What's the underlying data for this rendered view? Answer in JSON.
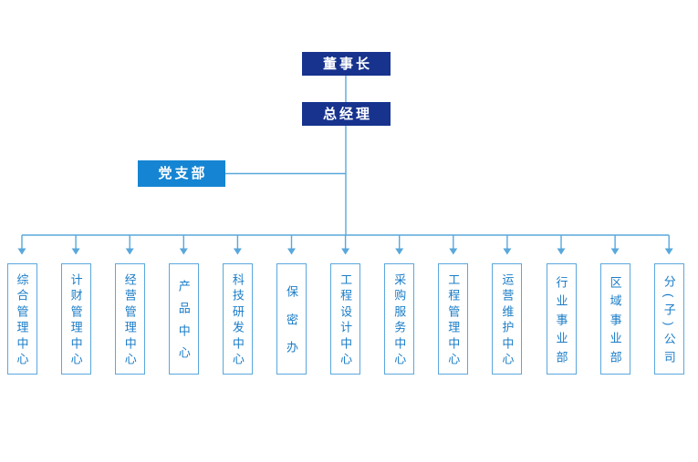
{
  "org_chart": {
    "chairman": {
      "label": "董事长"
    },
    "general_manager": {
      "label": "总经理"
    },
    "party_branch": {
      "label": "党支部"
    },
    "departments": [
      "综合管理中心",
      "计财管理中心",
      "经营管理中心",
      "产品中心",
      "科技研发中心",
      "保密办",
      "工程设计中心",
      "采购服务中心",
      "工程管理中心",
      "运营维护中心",
      "行业事业部",
      "区域事业部",
      "分(子)公司"
    ]
  },
  "colors": {
    "executive_box": "#17338e",
    "party_box": "#1585d3",
    "connector_line": "#58a8dc",
    "department_border": "#5aa7dd",
    "department_text": "#1a7cc7"
  }
}
